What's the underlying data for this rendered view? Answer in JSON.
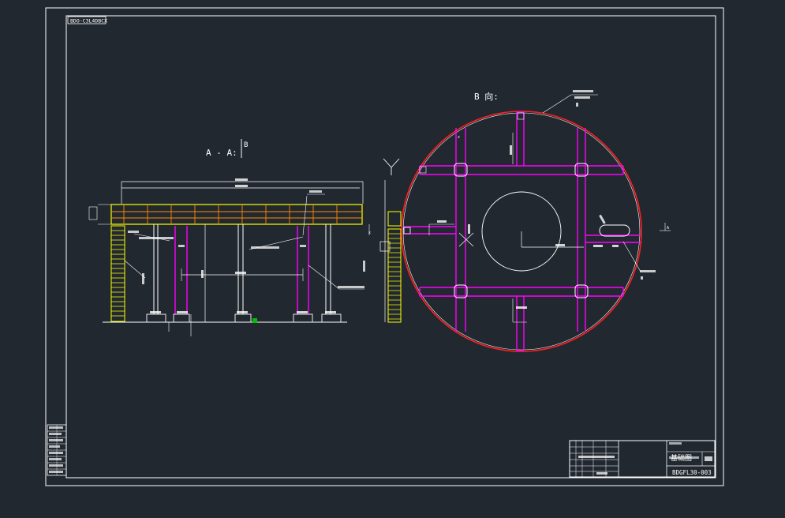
{
  "drawing": {
    "corner_code": "BDO-C3L4DBCX",
    "section_a_title": "A - A:",
    "section_a_marker": "B",
    "section_b_title": "B 向:",
    "axis_y_label": "Y",
    "axis_x_label": "x",
    "axis_z_label": "z",
    "axis_a_label": "A"
  },
  "title_block": {
    "drawing_name": "基础图",
    "drawing_no": "BDGFL30-003"
  },
  "colors": {
    "background": "#212830",
    "frame": "#ffffff",
    "platform": "#ffff00",
    "frame_orange": "#ff8a00",
    "steel": "#ff00ff",
    "circle": "#ff2020",
    "dimension": "#ffffff",
    "marker": "#00c000"
  }
}
